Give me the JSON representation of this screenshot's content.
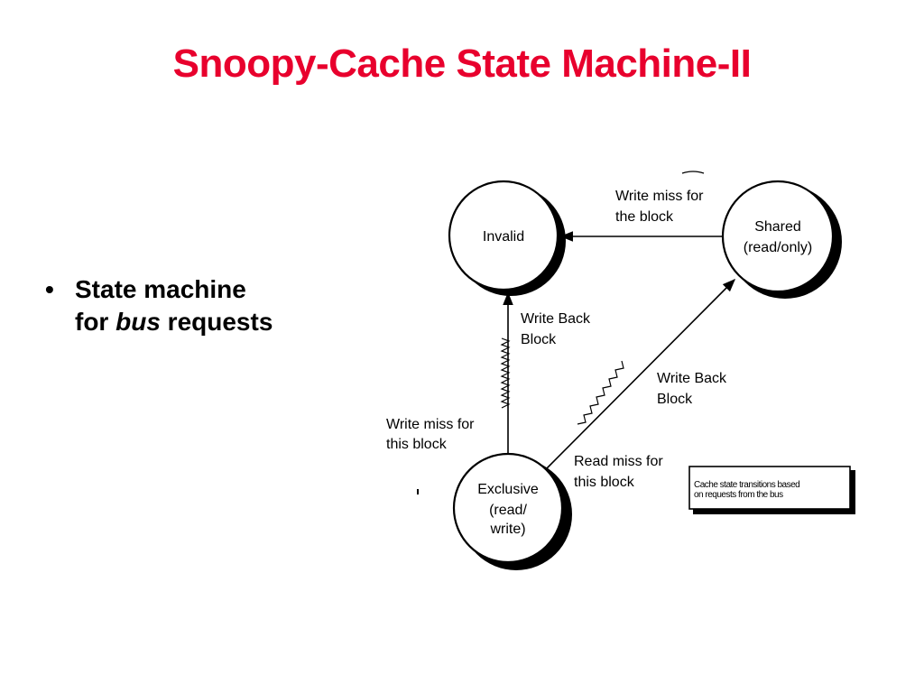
{
  "slide": {
    "title": "Snoopy-Cache State Machine-II",
    "title_color": "#e8002d",
    "bullet": {
      "marker": "•",
      "line1": "State machine",
      "line2_prefix": "for",
      "line2_emphasis": "bus",
      "line2_suffix": "requests"
    }
  },
  "diagram": {
    "states": {
      "invalid": {
        "label": "Invalid"
      },
      "shared": {
        "line1": "Shared",
        "line2": "(read/only)"
      },
      "exclusive": {
        "line1": "Exclusive",
        "line2": "(read/",
        "line3": "write)"
      }
    },
    "transitions": {
      "shared_to_invalid": {
        "line1": "Write miss for",
        "line2": "the block"
      },
      "exclusive_to_invalid_action": {
        "line1": "Write Back",
        "line2": "Block"
      },
      "exclusive_to_invalid_event": {
        "line1": "Write miss for",
        "line2": "this block"
      },
      "exclusive_to_shared_action": {
        "line1": "Write Back",
        "line2": "Block"
      },
      "exclusive_to_shared_event": {
        "line1": "Read miss for",
        "line2": "this block"
      }
    },
    "legend": {
      "line1": "Cache state transitions based",
      "line2": "on requests from the bus"
    }
  }
}
